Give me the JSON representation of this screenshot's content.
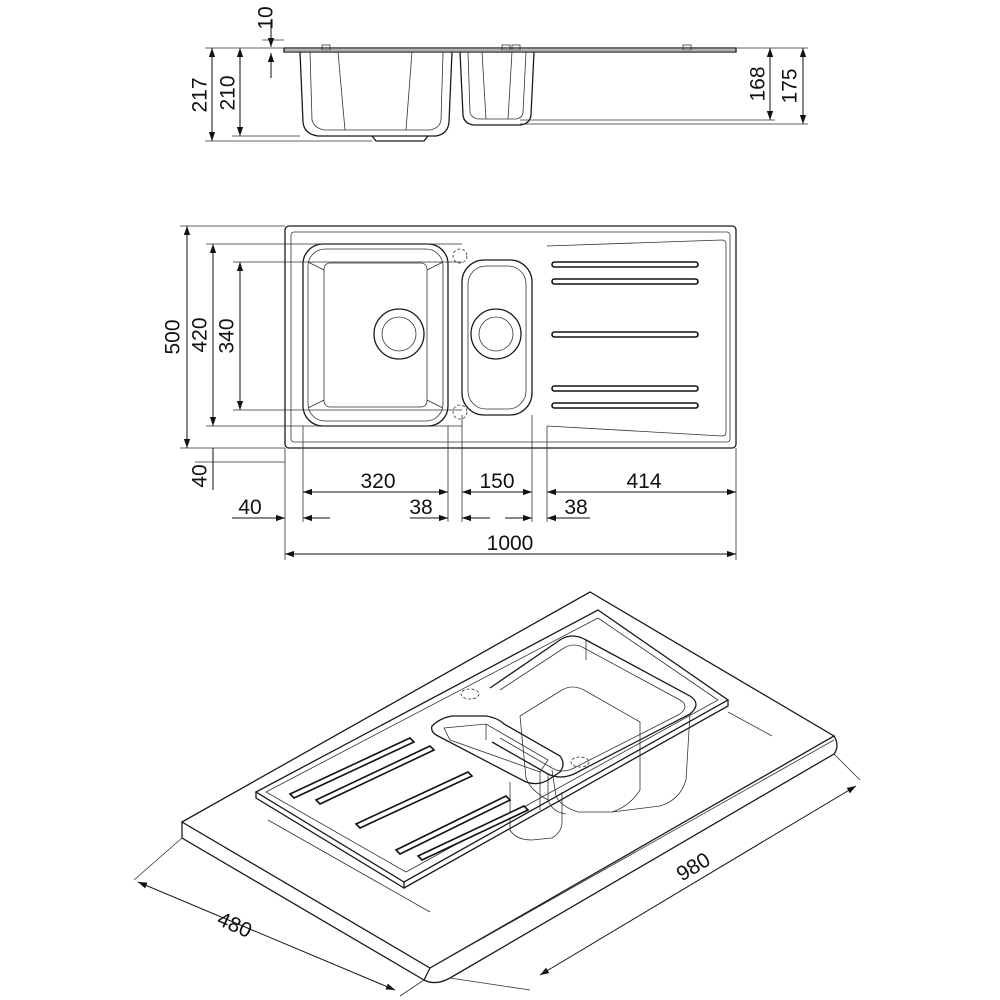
{
  "dimensions": {
    "flange_thickness": "10",
    "bowl_depth_outer": "217",
    "bowl_depth_inner": "210",
    "small_bowl_depth_outer": "168",
    "small_bowl_depth_inner": "175",
    "overall_depth": "500",
    "inner_depth": "420",
    "bowl_length": "340",
    "edge_margin_bottom": "40",
    "main_bowl_width": "320",
    "small_bowl_width": "150",
    "drainer_width": "414",
    "edge_margin_left": "40",
    "gap_left": "38",
    "gap_right": "38",
    "overall_width": "1000",
    "cutout_width": "980",
    "cutout_depth": "480"
  }
}
